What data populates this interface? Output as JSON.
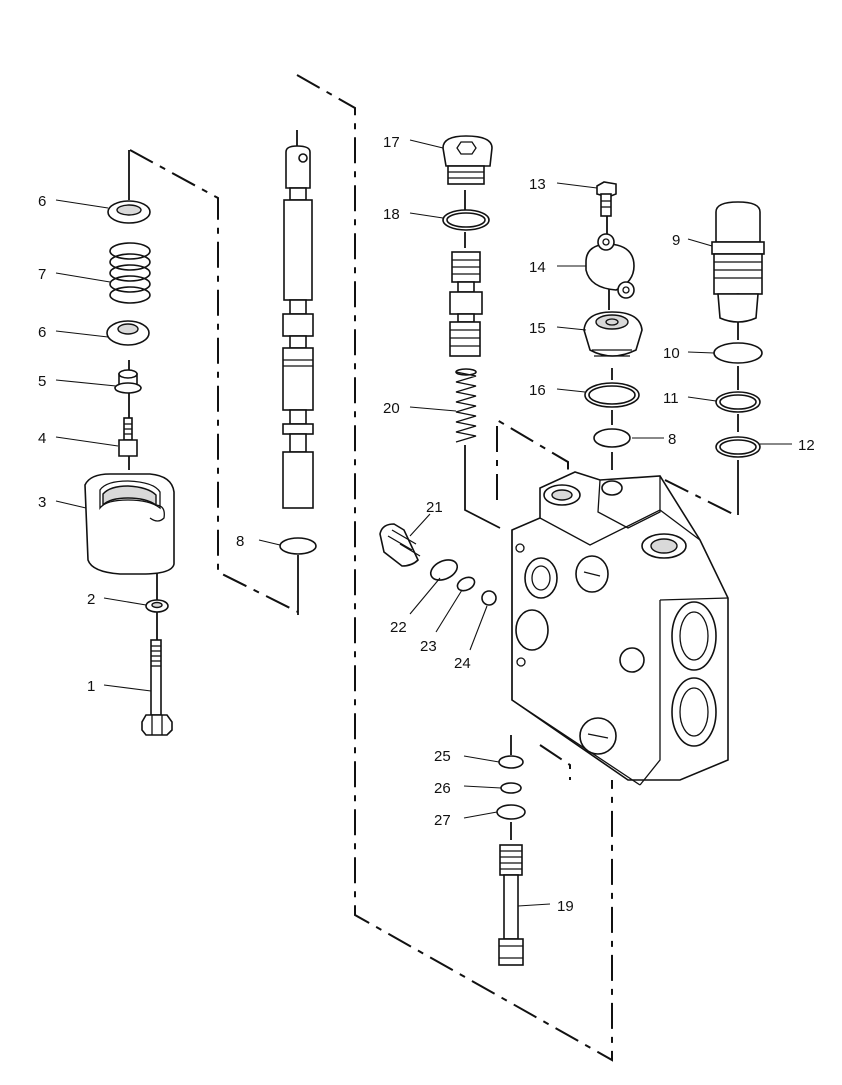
{
  "labels": {
    "l1": "1",
    "l2": "2",
    "l3": "3",
    "l4": "4",
    "l5": "5",
    "l6a": "6",
    "l6b": "6",
    "l7": "7",
    "l8a": "8",
    "l8b": "8",
    "l9": "9",
    "l10": "10",
    "l11": "11",
    "l12": "12",
    "l13": "13",
    "l14": "14",
    "l15": "15",
    "l16": "16",
    "l17": "17",
    "l18": "18",
    "l19": "19",
    "l20": "20",
    "l21": "21",
    "l22": "22",
    "l23": "23",
    "l24": "24",
    "l25": "25",
    "l26": "26",
    "l27": "27"
  }
}
